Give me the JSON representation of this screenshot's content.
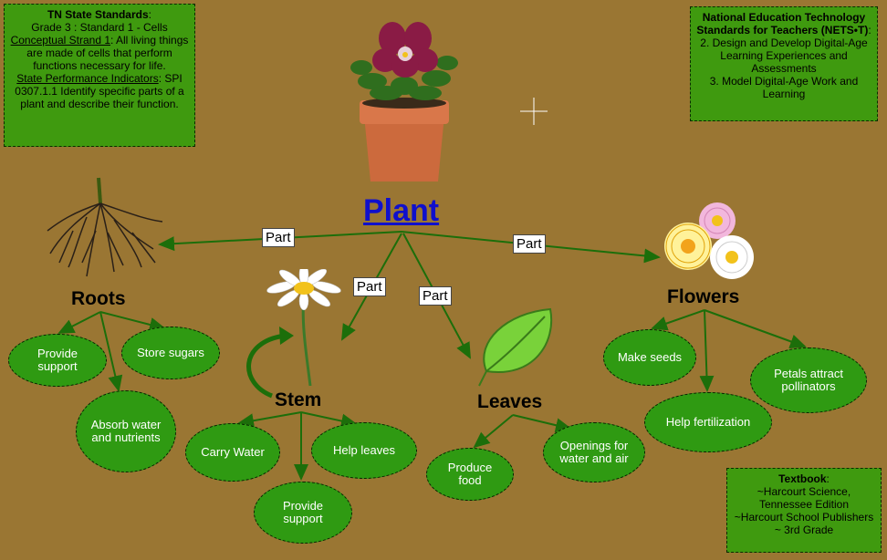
{
  "title": "Plant",
  "standards_box": {
    "heading": "TN State Standards",
    "grade": "Grade 3 : Standard 1 - Cells",
    "strand_label": "Conceptual Strand 1",
    "strand_text": "All living things are made of cells that perform functions necessary for life.",
    "spi_label": "State Performance Indicators",
    "spi_text": "SPI 0307.1.1 Identify specific parts of a plant and describe their function."
  },
  "nets_box": {
    "heading": "National Education Technology Standards for Teachers (NETS•T)",
    "item1": "2. Design and Develop Digital-Age Learning Experiences and Assessments",
    "item2": "3. Model Digital-Age Work and Learning"
  },
  "textbook_box": {
    "heading": "Textbook",
    "line1": "~Harcourt Science, Tennessee Edition",
    "line2": "~Harcourt School Publishers",
    "line3": "~ 3rd Grade"
  },
  "link_label": "Part",
  "parts": {
    "roots": {
      "label": "Roots",
      "functions": [
        "Provide support",
        "Store sugars",
        "Absorb water and nutrients"
      ]
    },
    "stem": {
      "label": "Stem",
      "functions": [
        "Carry Water",
        "Help leaves",
        "Provide support"
      ]
    },
    "leaves": {
      "label": "Leaves",
      "functions": [
        "Produce food",
        "Openings for water and air"
      ]
    },
    "flowers": {
      "label": "Flowers",
      "functions": [
        "Make seeds",
        "Petals attract pollinators",
        "Help fertilization"
      ]
    }
  },
  "colors": {
    "background": "#9a7633",
    "box_green": "#3f9a0f",
    "oval_green": "#2f9a12",
    "arrow_green": "#1c6e0a",
    "title_blue": "#1010cc"
  },
  "icons": [
    "flower-pot-icon",
    "roots-icon",
    "daisy-icon",
    "leaf-icon",
    "flowers-icon",
    "crosshair-icon"
  ]
}
